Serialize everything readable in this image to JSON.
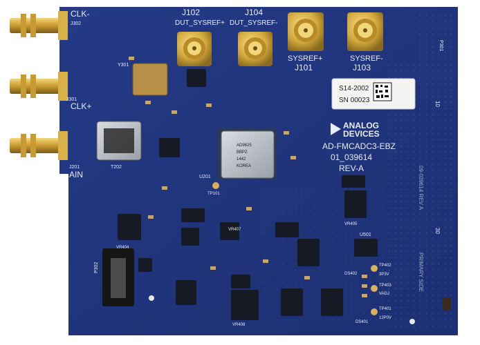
{
  "board": {
    "logo_line1": "ANALOG",
    "logo_line2": "DEVICES",
    "model": "AD-FMCADC3-EBZ",
    "part_number": "01_039614",
    "revision": "REV-A",
    "serial_label_line1": "S14-2002",
    "serial_label_line2": "SN 00023"
  },
  "connectors": {
    "clk_minus": "CLK-",
    "clk_minus_ref": "J302",
    "clk_plus": "CLK+",
    "clk_plus_ref": "J301",
    "ain": "AIN",
    "ain_ref": "J201",
    "j102": "J102",
    "j102_label": "DUT_SYSREF+",
    "j104": "J104",
    "j104_label": "DUT_SYSREF-",
    "j101": "J101",
    "j101_label": "SYSREF+",
    "j103": "J103",
    "j103_label": "SYSREF-",
    "p301": "P301",
    "p302": "P302"
  },
  "chip": {
    "main_line1": "AD9625",
    "main_line2": "BBPZ",
    "main_line3": "1442",
    "main_line4": "KOREA"
  },
  "components": {
    "y301": "Y301",
    "t202": "T202",
    "u201": "U201",
    "u501": "U501",
    "tp101": "TP101",
    "vr404": "VR404",
    "vr405": "VR405",
    "vr408": "VR408",
    "vr407": "VR407",
    "tp401": "TP401",
    "tp402": "TP402",
    "tp403": "TP403",
    "tp401_sub": "12P0V",
    "tp402_sub": "3P3V",
    "tp403_sub": "VADJ",
    "ds401": "DS401",
    "ds402": "DS402",
    "edge_text": "09-039614 REV A",
    "side_text": "PRIMARY SIDE",
    "grid_30": "30",
    "grid_10": "10"
  }
}
